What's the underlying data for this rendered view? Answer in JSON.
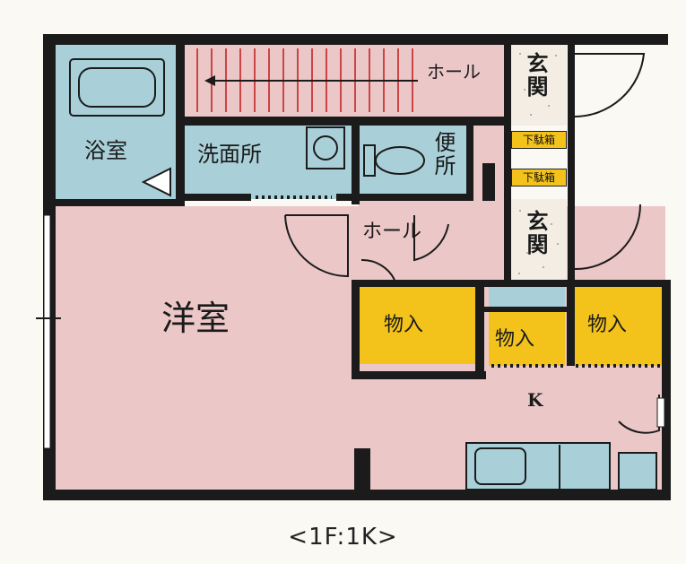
{
  "colors": {
    "wall": "#1b1b1b",
    "pink": "#ecc7c8",
    "blue": "#a9d0d8",
    "yellow": "#f3c21b",
    "entry": "#f3ede3",
    "background": "#fbf9f3"
  },
  "rooms": {
    "bath": "浴室",
    "washroom": "洗面所",
    "toilet": "便所",
    "hall_top": "ホール",
    "hall_mid": "ホール",
    "genkan_top": "玄関",
    "genkan_bottom": "玄関",
    "shoe_box_1": "下駄箱",
    "shoe_box_2": "下駄箱",
    "western_room": "洋室",
    "closet_1": "物入",
    "closet_2": "物入",
    "closet_3": "物入",
    "kitchen": "K"
  },
  "caption": "<1F:1K>"
}
